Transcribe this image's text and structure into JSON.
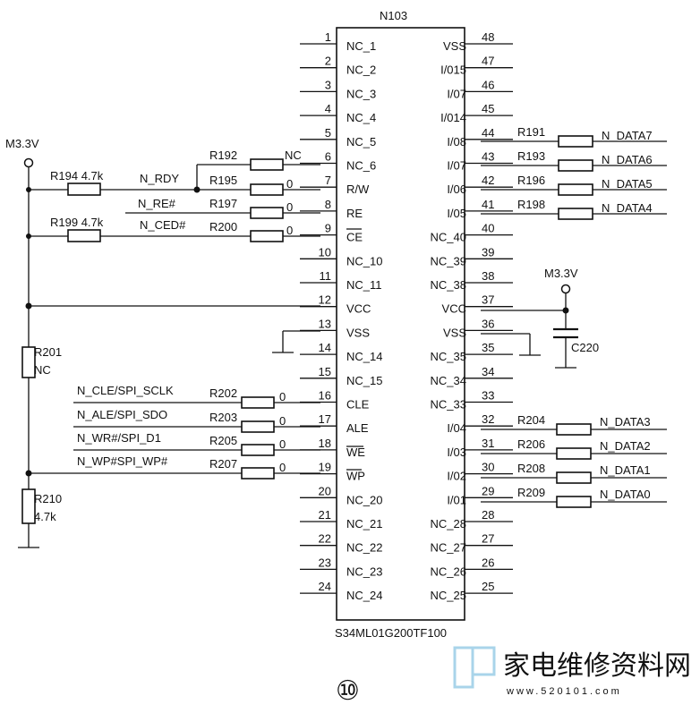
{
  "chip": {
    "designator": "N103",
    "part_number": "S34ML01G200TF100",
    "left_pins": [
      {
        "num": "1",
        "name": "NC_1"
      },
      {
        "num": "2",
        "name": "NC_2"
      },
      {
        "num": "3",
        "name": "NC_3"
      },
      {
        "num": "4",
        "name": "NC_4"
      },
      {
        "num": "5",
        "name": "NC_5"
      },
      {
        "num": "6",
        "name": "NC_6"
      },
      {
        "num": "7",
        "name": "R/W"
      },
      {
        "num": "8",
        "name": "RE"
      },
      {
        "num": "9",
        "name": "CE"
      },
      {
        "num": "10",
        "name": "NC_10"
      },
      {
        "num": "11",
        "name": "NC_11"
      },
      {
        "num": "12",
        "name": "VCC"
      },
      {
        "num": "13",
        "name": "VSS"
      },
      {
        "num": "14",
        "name": "NC_14"
      },
      {
        "num": "15",
        "name": "NC_15"
      },
      {
        "num": "16",
        "name": "CLE"
      },
      {
        "num": "17",
        "name": "ALE"
      },
      {
        "num": "18",
        "name": "WE"
      },
      {
        "num": "19",
        "name": "WP"
      },
      {
        "num": "20",
        "name": "NC_20"
      },
      {
        "num": "21",
        "name": "NC_21"
      },
      {
        "num": "22",
        "name": "NC_22"
      },
      {
        "num": "23",
        "name": "NC_23"
      },
      {
        "num": "24",
        "name": "NC_24"
      }
    ],
    "right_pins": [
      {
        "num": "48",
        "name": "VSS"
      },
      {
        "num": "47",
        "name": "I/015"
      },
      {
        "num": "46",
        "name": "I/07"
      },
      {
        "num": "45",
        "name": "I/014"
      },
      {
        "num": "44",
        "name": "I/08"
      },
      {
        "num": "43",
        "name": "I/07"
      },
      {
        "num": "42",
        "name": "I/06"
      },
      {
        "num": "41",
        "name": "I/05"
      },
      {
        "num": "40",
        "name": "NC_40"
      },
      {
        "num": "39",
        "name": "NC_39"
      },
      {
        "num": "38",
        "name": "NC_38"
      },
      {
        "num": "37",
        "name": "VCC"
      },
      {
        "num": "36",
        "name": "VSS"
      },
      {
        "num": "35",
        "name": "NC_35"
      },
      {
        "num": "34",
        "name": "NC_34"
      },
      {
        "num": "33",
        "name": "NC_33"
      },
      {
        "num": "32",
        "name": "I/04"
      },
      {
        "num": "31",
        "name": "I/03"
      },
      {
        "num": "30",
        "name": "I/02"
      },
      {
        "num": "29",
        "name": "I/01"
      },
      {
        "num": "28",
        "name": "NC_28"
      },
      {
        "num": "27",
        "name": "NC_27"
      },
      {
        "num": "26",
        "name": "NC_26"
      },
      {
        "num": "25",
        "name": "NC_25"
      }
    ]
  },
  "power": {
    "left": "M3.3V",
    "right": "M3.3V"
  },
  "passives": {
    "r194": "R194  4.7k",
    "r199": "R199  4.7k",
    "r201": "R201",
    "r201_value": "NC",
    "r210": "R210",
    "r210_value": "4.7k",
    "r192": "R192",
    "r192_value": "NC",
    "r195": "R195",
    "r197": "R197",
    "r200": "R200",
    "r202": "R202",
    "r203": "R203",
    "r205": "R205",
    "r207": "R207",
    "zero": "0",
    "c220": "C220",
    "r191": "R191",
    "r193": "R193",
    "r196": "R196",
    "r198": "R198",
    "r204": "R204",
    "r206": "R206",
    "r208": "R208",
    "r209": "R209"
  },
  "nets": {
    "n_rdy": "N_RDY",
    "n_re": "N_RE#",
    "n_ced": "N_CED#",
    "n_cle": "N_CLE/SPI_SCLK",
    "n_ale": "N_ALE/SPI_SDO",
    "n_wr": "N_WR#/SPI_D1",
    "n_wp": "N_WP#SPI_WP#",
    "data7": "N_DATA7",
    "data6": "N_DATA6",
    "data5": "N_DATA5",
    "data4": "N_DATA4",
    "data3": "N_DATA3",
    "data2": "N_DATA2",
    "data1": "N_DATA1",
    "data0": "N_DATA0"
  },
  "figure_number": "⑩",
  "watermark": {
    "text": "家电维修资料网",
    "url": "www.520101.com"
  }
}
